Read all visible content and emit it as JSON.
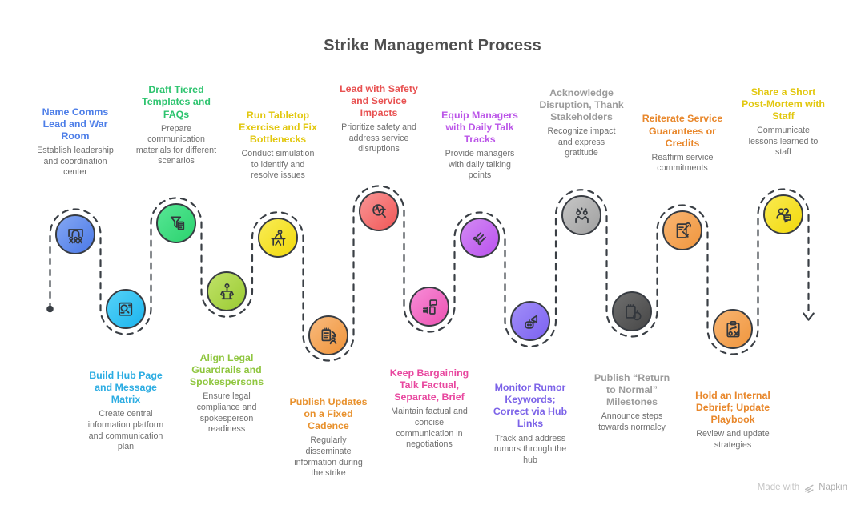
{
  "title": "Strike Management Process",
  "watermark": {
    "prefix": "Made with",
    "brand": "Napkin"
  },
  "palette": {
    "path": "#3A3F45",
    "circle_border": "#383C42",
    "description_text": "#6F6F6F",
    "heading_text": "#4E4E4E"
  },
  "steps": [
    {
      "step": 1,
      "row": "top",
      "title": "Name Comms Lead and War Room",
      "description": "Establish leadership and coordination center",
      "icon": "war-room-icon",
      "title_color": "#4D7EE8",
      "circle_light": "#84A7F3",
      "circle_dark": "#4B79E7"
    },
    {
      "step": 2,
      "row": "bottom",
      "title": "Build Hub Page and Message Matrix",
      "description": "Create central information platform and communication plan",
      "icon": "hub-monitor-icon",
      "title_color": "#2BACE2",
      "circle_light": "#55D2F8",
      "circle_dark": "#1CB5EE"
    },
    {
      "step": 3,
      "row": "top",
      "title": "Draft Tiered Templates and FAQs",
      "description": "Prepare communication materials for different scenarios",
      "icon": "funnel-templates-icon",
      "title_color": "#2EC46F",
      "circle_light": "#57E795",
      "circle_dark": "#2BD26E"
    },
    {
      "step": 4,
      "row": "bottom",
      "title": "Align Legal Guardrails and Spokespersons",
      "description": "Ensure legal compliance and spokesperson readiness",
      "icon": "legal-scales-icon",
      "title_color": "#8FC63F",
      "circle_light": "#C0E268",
      "circle_dark": "#9ACB32"
    },
    {
      "step": 5,
      "row": "top",
      "title": "Run Tabletop Exercise and Fix Bottlenecks",
      "description": "Conduct simulation to identify and resolve issues",
      "icon": "tabletop-exercise-icon",
      "title_color": "#E2C70F",
      "circle_light": "#F9EC55",
      "circle_dark": "#F1D90B"
    },
    {
      "step": 6,
      "row": "bottom",
      "title": "Publish Updates on a Fixed Cadence",
      "description": "Regularly disseminate information during the strike",
      "icon": "update-cadence-icon",
      "title_color": "#E8912D",
      "circle_light": "#F8BA7D",
      "circle_dark": "#F0943A"
    },
    {
      "step": 7,
      "row": "top",
      "title": "Lead with Safety and Service Impacts",
      "description": "Prioritize safety and address service disruptions",
      "icon": "safety-pulse-icon",
      "title_color": "#E85252",
      "circle_light": "#F89595",
      "circle_dark": "#F15757"
    },
    {
      "step": 8,
      "row": "bottom",
      "title": "Keep Bargaining Talk Factual, Separate, Brief",
      "description": "Maintain factual and concise communication in negotiations",
      "icon": "bargaining-chat-icon",
      "title_color": "#E8479F",
      "circle_light": "#F78DD8",
      "circle_dark": "#EC51B1"
    },
    {
      "step": 9,
      "row": "top",
      "title": "Equip Managers with Daily Talk Tracks",
      "description": "Provide managers with daily talking points",
      "icon": "talk-tracks-icon",
      "title_color": "#BB55E8",
      "circle_light": "#D289F4",
      "circle_dark": "#BA52EE"
    },
    {
      "step": 10,
      "row": "bottom",
      "title": "Monitor Rumor Keywords; Correct via Hub Links",
      "description": "Track and address rumors through the hub",
      "icon": "rumor-megaphone-icon",
      "title_color": "#7C63E8",
      "circle_light": "#A18EF7",
      "circle_dark": "#7C62F2"
    },
    {
      "step": 11,
      "row": "top",
      "title": "Acknowledge Disruption, Thank Stakeholders",
      "description": "Recognize impact and express gratitude",
      "icon": "high-five-icon",
      "title_color": "#9B9B9B",
      "circle_light": "#C6C6C6",
      "circle_dark": "#A0A0A0"
    },
    {
      "step": 12,
      "row": "bottom",
      "title": "Publish “Return to Normal” Milestones",
      "description": "Announce steps towards normalcy",
      "icon": "milestones-refresh-icon",
      "title_color": "#9B9B9B",
      "circle_light": "#6F6F6F",
      "circle_dark": "#474747"
    },
    {
      "step": 13,
      "row": "top",
      "title": "Reiterate Service Guarantees or Credits",
      "description": "Reaffirm service commitments",
      "icon": "service-tools-icon",
      "title_color": "#E8872B",
      "circle_light": "#F8B572",
      "circle_dark": "#F0963E"
    },
    {
      "step": 14,
      "row": "bottom",
      "title": "Hold an Internal Debrief; Update Playbook",
      "description": "Review and update strategies",
      "icon": "playbook-clipboard-icon",
      "title_color": "#E8872B",
      "circle_light": "#F8B572",
      "circle_dark": "#F0963E"
    },
    {
      "step": 15,
      "row": "top",
      "title": "Share a Short Post-Mortem with Staff",
      "description": "Communicate lessons learned to staff",
      "icon": "postmortem-chat-icon",
      "title_color": "#E2C70F",
      "circle_light": "#F9EA50",
      "circle_dark": "#F2D90C"
    }
  ]
}
